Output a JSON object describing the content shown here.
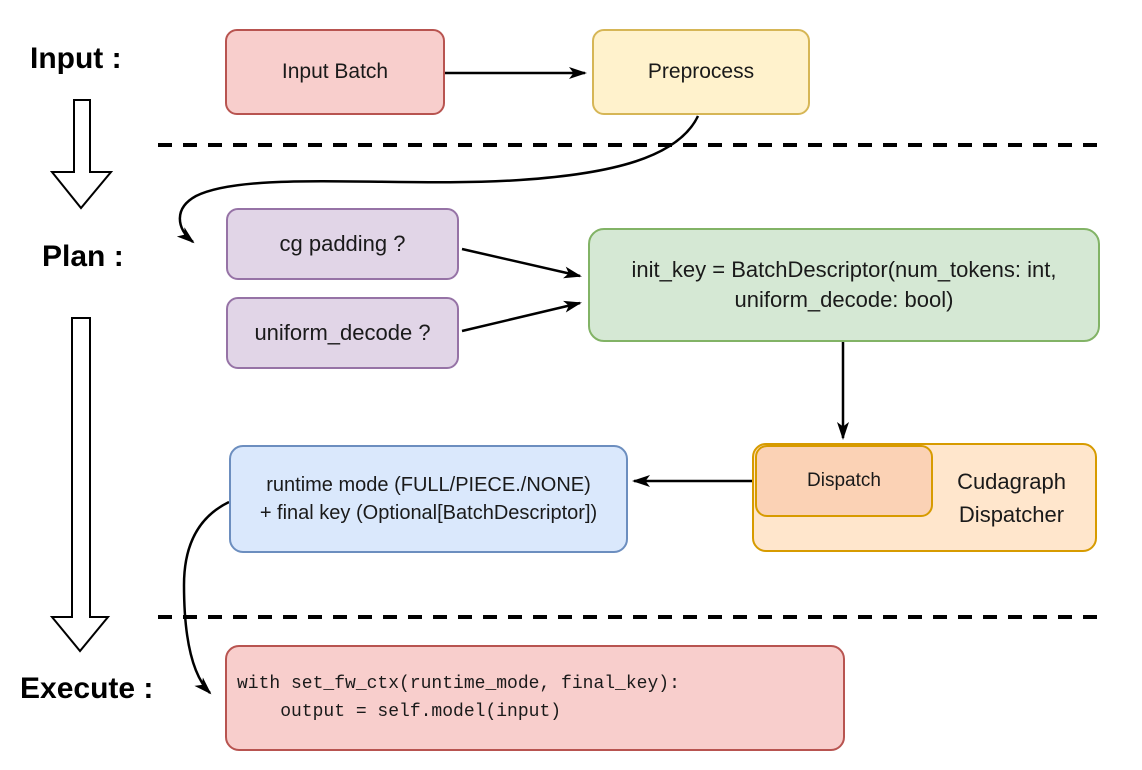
{
  "diagram": {
    "background": "#ffffff",
    "stage_labels": {
      "input": "Input :",
      "plan": "Plan :",
      "execute": "Execute :"
    },
    "nodes": {
      "input_batch": {
        "label": "Input Batch",
        "fill": "#f8cecc",
        "border": "#b85450"
      },
      "preprocess": {
        "label": "Preprocess",
        "fill": "#fff2cc",
        "border": "#d6b656"
      },
      "cg_padding": {
        "label": "cg padding ?",
        "fill": "#e1d5e7",
        "border": "#9673a6"
      },
      "uniform_decode": {
        "label": "uniform_decode ?",
        "fill": "#e1d5e7",
        "border": "#9673a6"
      },
      "init_key": {
        "line1": "init_key = BatchDescriptor(num_tokens: int,",
        "line2": "uniform_decode: bool)",
        "fill": "#d5e8d4",
        "border": "#82b366"
      },
      "dispatch": {
        "label": "Dispatch",
        "fill": "#fbd2b5",
        "border": "#d79b00"
      },
      "cudagraph_dispatcher": {
        "line1": "Cudagraph",
        "line2": "Dispatcher",
        "fill": "#ffe6cc",
        "border": "#d79b00"
      },
      "runtime_mode": {
        "line1": "runtime mode (FULL/PIECE./NONE)",
        "line2": "+ final key (Optional[BatchDescriptor])",
        "fill": "#dae8fc",
        "border": "#6c8ebf"
      },
      "execute_code": {
        "line1": "with set_fw_ctx(runtime_mode, final_key):",
        "line2": "    output = self.model(input)",
        "fill": "#f8cecc",
        "border": "#b85450"
      }
    },
    "connector_color": "#000000",
    "divider_style": "dashed"
  }
}
